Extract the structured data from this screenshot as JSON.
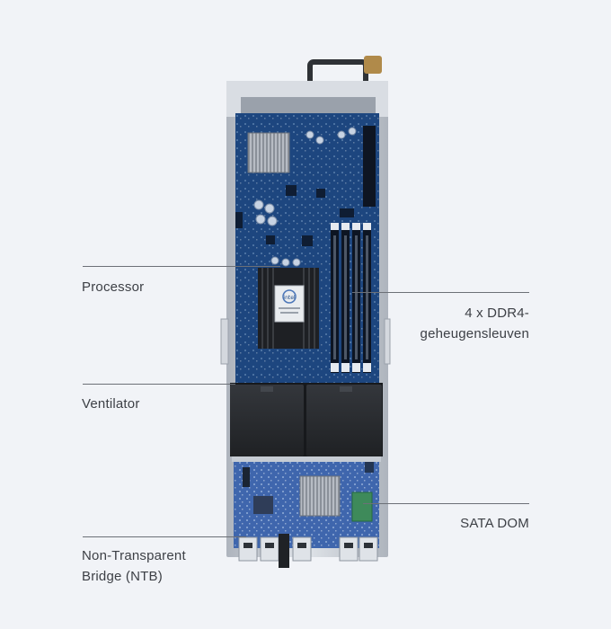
{
  "diagram": {
    "labels": {
      "processor": "Processor",
      "ram_line1": "4 x DDR4-",
      "ram_line2": "geheugensleuven",
      "fan": "Ventilator",
      "sata_dom": "SATA DOM",
      "ntb_line1": "Non-Transparent",
      "ntb_line2": "Bridge (NTB)"
    },
    "chip_logo": "intel",
    "colors": {
      "background": "#f1f3f7",
      "pcb": "#1f4a86",
      "pcb_dark": "#163a6d",
      "fan": "#2a2c30",
      "metal": "#c9ced6",
      "leader": "#6c7077",
      "text": "#3d4046"
    }
  }
}
